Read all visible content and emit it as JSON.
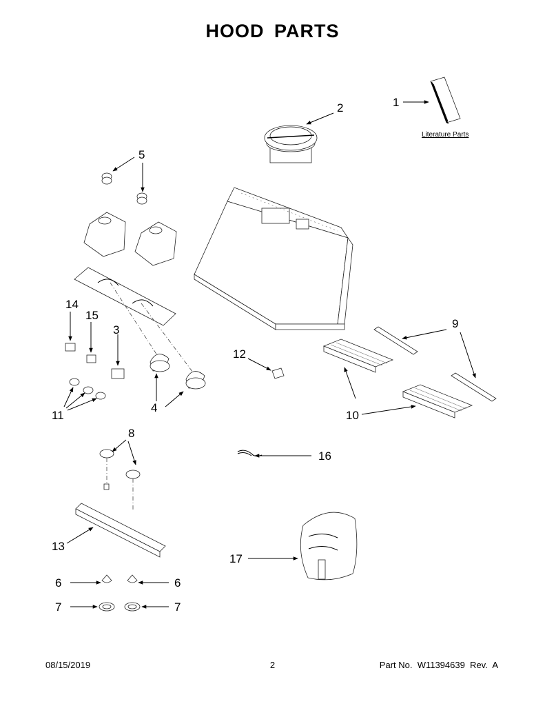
{
  "title": "HOOD PARTS",
  "literature_label": "Literature Parts",
  "callouts": {
    "c1": "1",
    "c2": "2",
    "c3": "3",
    "c4": "4",
    "c5": "5",
    "c6a": "6",
    "c6b": "6",
    "c7a": "7",
    "c7b": "7",
    "c8": "8",
    "c9": "9",
    "c10": "10",
    "c11": "11",
    "c12": "12",
    "c13": "13",
    "c14": "14",
    "c15": "15",
    "c16": "16",
    "c17": "17"
  },
  "footer": {
    "date": "08/15/2019",
    "page": "2",
    "part": "Part No.  W11394639  Rev.  A"
  }
}
